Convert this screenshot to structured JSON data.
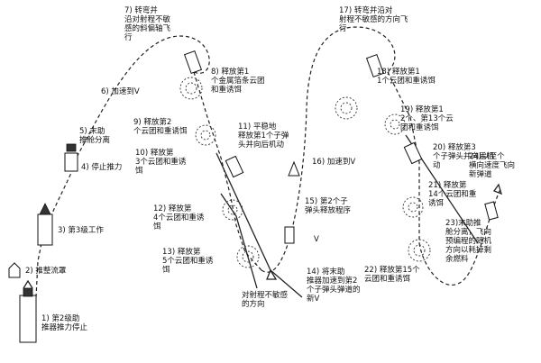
{
  "labels": {
    "s1": "1) 第2级助推器推力停止",
    "s2": "2) 推整流罩",
    "s3": "3) 第3级工作",
    "s4": "4) 停止推力",
    "s5": "5) 末助推舱分离",
    "s6": "6) 加速到V",
    "s7": "7) 转弯并沿对射程不敏感的斜偏轴飞行",
    "s8": "8) 释放第1个金属箔条云团和重诱饵",
    "s9": "9) 释放第2个云团和重诱饵",
    "s10": "10) 释放第3个云团和重诱饵",
    "s11": "11) 平稳地释放第1个子弹头并向后机动",
    "s12": "12) 释放第4个云团和重诱饵",
    "s13": "13) 释放第5个云团和重诱饵",
    "sens": "对射程不敏感的方向",
    "s14": "14) 将末助推器加速到第2个子弹头弹道的新V",
    "s15": "15) 第2个子弹头释放程序",
    "s16": "16) 加速到V",
    "s17": "17) 转弯并沿对射程不敏感的方向飞行",
    "s18": "18) 释放第11个云团和重诱饵",
    "s19": "19) 释放第12个、第13个云团和重诱饵",
    "s20": "20) 释放第3个子弹头并向后机动",
    "s21": "21) 释放第14个云团和重诱饵",
    "s22": "22) 释放第15个云团和重诱饵",
    "s23": "23)末助推舱分离，飞向预编程的随机方向以耗掉剩余燃料",
    "s24": "24)以至个横向速度飞向新弹道",
    "v": "V"
  }
}
